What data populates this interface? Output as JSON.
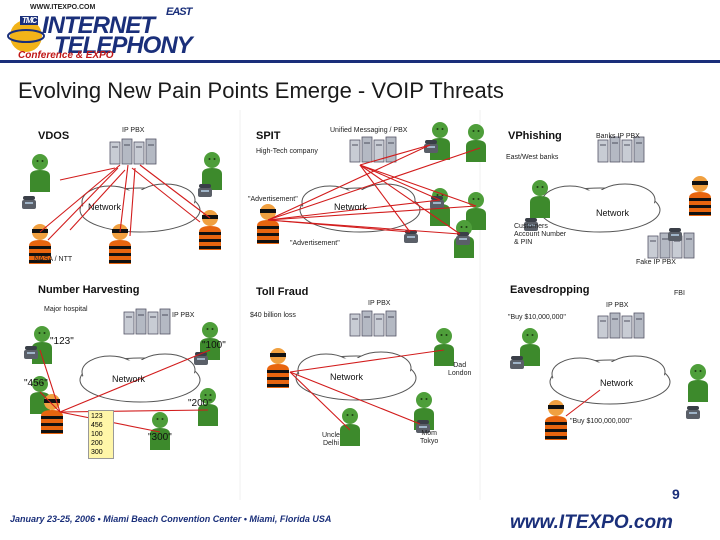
{
  "header": {
    "logo_www": "WWW.ITEXPO.COM",
    "logo_tmc": "TMC",
    "logo_east": "EAST",
    "logo_internet": "INTERNET",
    "logo_telephony": "TELEPHONY",
    "logo_sub": "Conference & EXPO",
    "title": "Evolving New Pain Points Emerge - VOIP Threats"
  },
  "panels": {
    "vdos": {
      "title": "VDOS",
      "pbx": "IP PBX",
      "network": "Network",
      "nasa": "NASA / NTT"
    },
    "spit": {
      "title": "SPIT",
      "unified": "Unified Messaging / PBX",
      "hightech": "High-Tech company",
      "ad1": "\"Advertisement\"",
      "network": "Network",
      "ad2": "\"Advertisement\""
    },
    "vphishing": {
      "title": "VPhishing",
      "banks": "Banks IP PBX",
      "eastwest": "East/West banks",
      "network": "Network",
      "customers": "Customers\nAccount Number\n& PIN",
      "fake": "Fake IP PBX"
    },
    "harvest": {
      "title": "Number Harvesting",
      "hospital": "Major hospital",
      "pbx": "IP PBX",
      "n123": "\"123\"",
      "n100": "\"100\"",
      "n456": "\"456\"",
      "network": "Network",
      "n200": "\"200\"",
      "n300": "\"300\"",
      "list": [
        "123",
        "456",
        "100",
        "200",
        "300"
      ]
    },
    "toll": {
      "title": "Toll Fraud",
      "pbx": "IP PBX",
      "billion": "$40 billion loss",
      "network": "Network",
      "dad": "Dad\nLondon",
      "uncle": "Uncle\nDelhi",
      "mom": "Mom\nTokyo"
    },
    "eaves": {
      "title": "Eavesdropping",
      "fbi": "FBI",
      "pbx": "IP PBX",
      "buy1": "\"Buy $10,000,000\"",
      "network": "Network",
      "buy2": "\"Buy $100,000,000\""
    }
  },
  "footer": {
    "event": "January 23-25, 2006 • Miami Beach Convention Center • Miami, Florida USA",
    "url": "www.ITEXPO.com",
    "page": "9"
  },
  "colors": {
    "brand_blue": "#1a2f7a",
    "brand_red": "#c01818",
    "attack_line": "#d21c1c",
    "cloud": "#ffffff",
    "hacker": "#e8650f",
    "user": "#4e9e3a"
  }
}
